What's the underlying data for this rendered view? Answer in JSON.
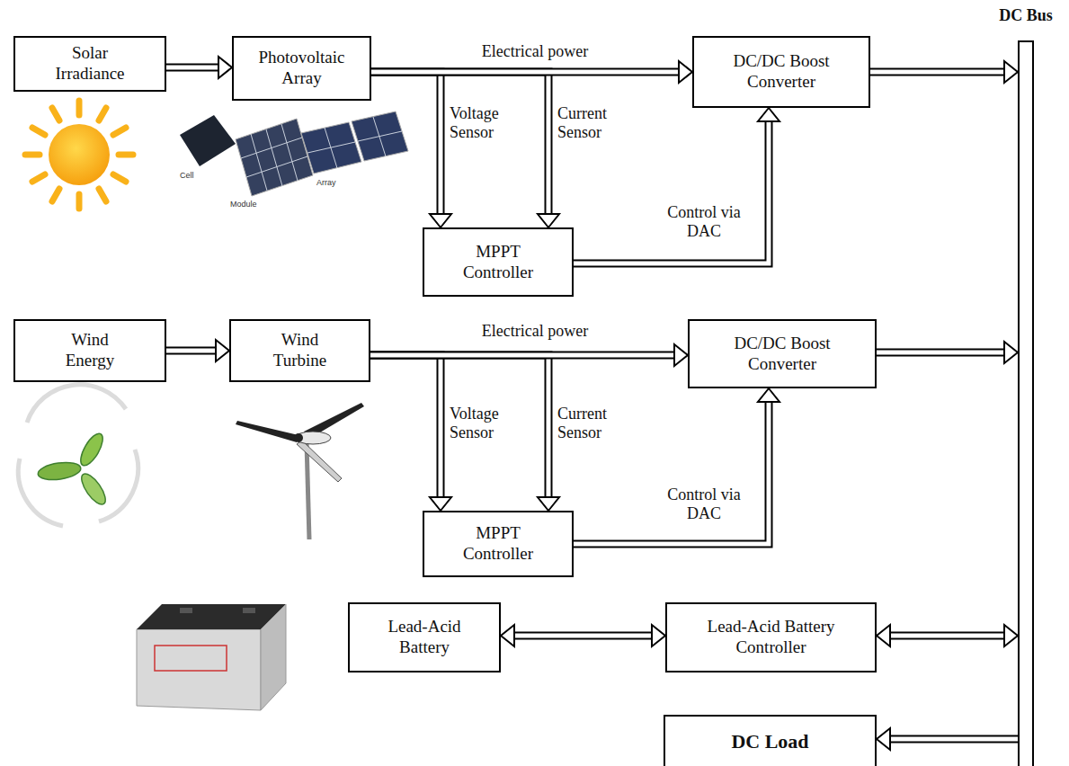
{
  "diagram": {
    "nodes": [
      {
        "text": [
          "Solar Irradiance"
        ]
      },
      {
        "text": [
          "Photovoltaic Array"
        ]
      },
      {
        "text": [
          "DC/DC Boost Converter"
        ]
      },
      {
        "text": [
          "MPPT Controller"
        ]
      },
      {
        "text": [
          "Wind Energy"
        ]
      },
      {
        "text": [
          "Wind Turbine"
        ]
      },
      {
        "text": [
          "DC/DC Boost Converter"
        ]
      },
      {
        "text": [
          "MPPT Controller"
        ]
      },
      {
        "text": [
          "Lead-Acid Battery"
        ]
      },
      {
        "text": [
          "Lead-Acid Battery Controller"
        ]
      },
      {
        "text": [
          "DC Load"
        ]
      },
      {
        "text": [
          "DC Bus"
        ]
      }
    ],
    "edges": [
      {
        "from": 0,
        "to": 1,
        "arrow": "to"
      },
      {
        "from": 1,
        "to": 3,
        "label": "Voltage Sensor",
        "arrow": "to"
      },
      {
        "from": 1,
        "to": 3,
        "label": "Current Sensor",
        "arrow": "to"
      },
      {
        "from": 1,
        "to": 2,
        "label": "Electrical power",
        "arrow": "to"
      },
      {
        "from": 3,
        "to": 2,
        "label": "Control via DAC",
        "arrow": "to"
      },
      {
        "from": 2,
        "to": 11,
        "arrow": "to"
      },
      {
        "from": 4,
        "to": 5,
        "arrow": "to"
      },
      {
        "from": 5,
        "to": 7,
        "label": "Voltage Sensor",
        "arrow": "to"
      },
      {
        "from": 5,
        "to": 7,
        "label": "Current Sensor",
        "arrow": "to"
      },
      {
        "from": 5,
        "to": 6,
        "label": "Electrical power",
        "arrow": "to"
      },
      {
        "from": 7,
        "to": 6,
        "label": "Control via DAC",
        "arrow": "to"
      },
      {
        "from": 6,
        "to": 11,
        "arrow": "to"
      },
      {
        "from": 8,
        "to": 9,
        "arrow": "both"
      },
      {
        "from": 9,
        "to": 11,
        "arrow": "both"
      },
      {
        "from": 11,
        "to": 10,
        "arrow": "to"
      }
    ],
    "labels": [
      "Cell",
      "Module",
      "Array"
    ]
  }
}
